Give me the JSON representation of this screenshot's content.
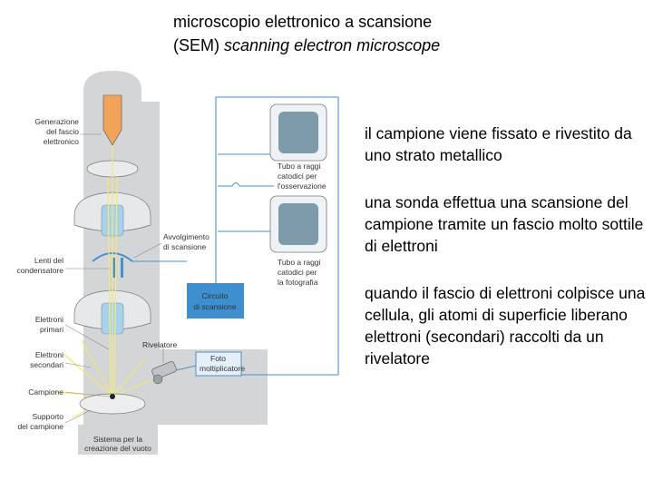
{
  "title": {
    "line1": "microscopio elettronico a scansione",
    "line2_prefix": "(SEM)",
    "line2_italic": "scanning electron microscope"
  },
  "bullets": [
    "il campione viene fissato e rivestito da uno strato metallico",
    "una sonda effettua una scansione del campione tramite un fascio molto sottile di elettroni",
    "quando il fascio di elettroni colpisce una cellula, gli atomi di superficie liberano elettroni (secondari) raccolti da un rivelatore"
  ],
  "diagram": {
    "labels": {
      "generazione": [
        "Generazione",
        "del fascio",
        "elettronico"
      ],
      "lenti": [
        "Lenti del",
        "condensatore"
      ],
      "elettroni_primari": [
        "Elettroni",
        "primari"
      ],
      "elettroni_secondari": [
        "Elettroni",
        "secondari"
      ],
      "campione": "Campione",
      "supporto": [
        "Supporto",
        "del campione"
      ],
      "sistema": [
        "Sistema per la",
        "creazione del vuoto"
      ],
      "avvolgimento": [
        "Avvolgimento",
        "di scansione"
      ],
      "rivelatore": "Rivelatore",
      "circuito": [
        "Circuito",
        "di scansione"
      ],
      "foto": [
        "Foto",
        "moltiplicatore"
      ],
      "tubo_oss": [
        "Tubo a raggi",
        "catodici per",
        "l'osservazione"
      ],
      "tubo_foto": [
        "Tubo a raggi",
        "catodici per",
        "la fotografia"
      ]
    },
    "colors": {
      "column": "#d4d5d6",
      "column_dark": "#b9bcbf",
      "lens": "#a9d2ea",
      "wire": "#4a90c8",
      "box": "#3d8fcf",
      "screen": "#7e9bab",
      "gun": "#f2a35a",
      "beam": "#f1e97a"
    }
  }
}
